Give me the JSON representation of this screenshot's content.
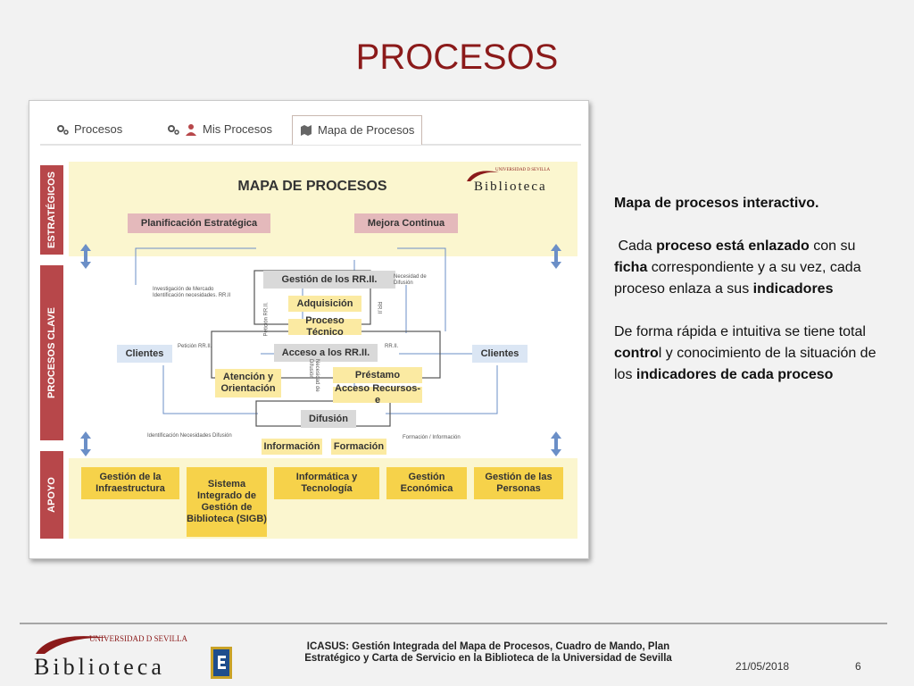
{
  "slide": {
    "title": "PROCESOS",
    "footer": "ICASUS: Gestión Integrada del Mapa de Procesos, Cuadro de Mando, Plan Estratégico y Carta de Servicio en la Biblioteca de la Universidad de Sevilla",
    "date": "21/05/2018",
    "page": "6",
    "logo_small": "UNIVERSIDAD D SEVILLA",
    "logo_big": "Biblioteca"
  },
  "tabs": [
    {
      "label": "Procesos",
      "icon": "gears-icon"
    },
    {
      "label": "Mis Procesos",
      "icon": "gears-user-icon"
    },
    {
      "label": "Mapa de Procesos",
      "icon": "map-icon"
    }
  ],
  "map": {
    "heading": "MAPA DE PROCESOS",
    "logo_small": "UNIVERSIDAD D SEVILLA",
    "logo_big": "Biblioteca",
    "sidebar": [
      "ESTRATÉGICOS",
      "PROCESOS CLAVE",
      "APOYO"
    ],
    "strategic": [
      "Planificación Estratégica",
      "Mejora Continua"
    ],
    "core": {
      "gestion": "Gestión de los RR.II.",
      "adquisicion": "Adquisición",
      "proceso_tecnico": "Proceso Técnico",
      "acceso": "Acceso a los RR.II.",
      "atencion": "Atención y Orientación",
      "prestamo": "Préstamo",
      "acceso_recursos": "Acceso Recursos-e",
      "difusion": "Difusión",
      "informacion": "Información",
      "formacion": "Formación",
      "clientes_left": "Clientes",
      "clientes_right": "Clientes"
    },
    "notes": {
      "investigacion": "Investigación de Mercado Identificación necesidades. RR.II",
      "necesidad_difusion": "Necesidad de Difusión",
      "peticion_left": "Petición RR.II.",
      "peticion_vertical": "Petición RR.II.",
      "rrii_vertical": "RR.II",
      "rrii_right": "RR.II.",
      "necesidad_vertical": "Necesidad de Difusión",
      "identificacion": "Identificación Necesidades Difusión",
      "formacion_info": "Formación / Información"
    },
    "support": [
      "Gestión de la Infraestructura",
      "Sistema Integrado de Gestión de Biblioteca (SIGB)",
      "Informática y Tecnología",
      "Gestión Económica",
      "Gestión de las Personas"
    ]
  },
  "description": {
    "heading": "Mapa de procesos interactivo.",
    "p1_a": "Cada ",
    "p1_b": "proceso está enlazado",
    "p1_c": " con su ",
    "p1_d": "ficha",
    "p1_e": " correspondiente y a su vez, cada proceso enlaza a sus ",
    "p1_f": "indicadores",
    "p2_a": "De forma rápida e intuitiva se tiene total ",
    "p2_b": "contro",
    "p2_c": "l y conocimiento de la situación de los ",
    "p2_d": "indicadores de cada proceso"
  },
  "colors": {
    "title": "#8b1a1a",
    "sidebar": "#b7474a",
    "support": "#f6d24a",
    "strategic": "#e4b9bb",
    "arrow": "#6b8fc7"
  }
}
